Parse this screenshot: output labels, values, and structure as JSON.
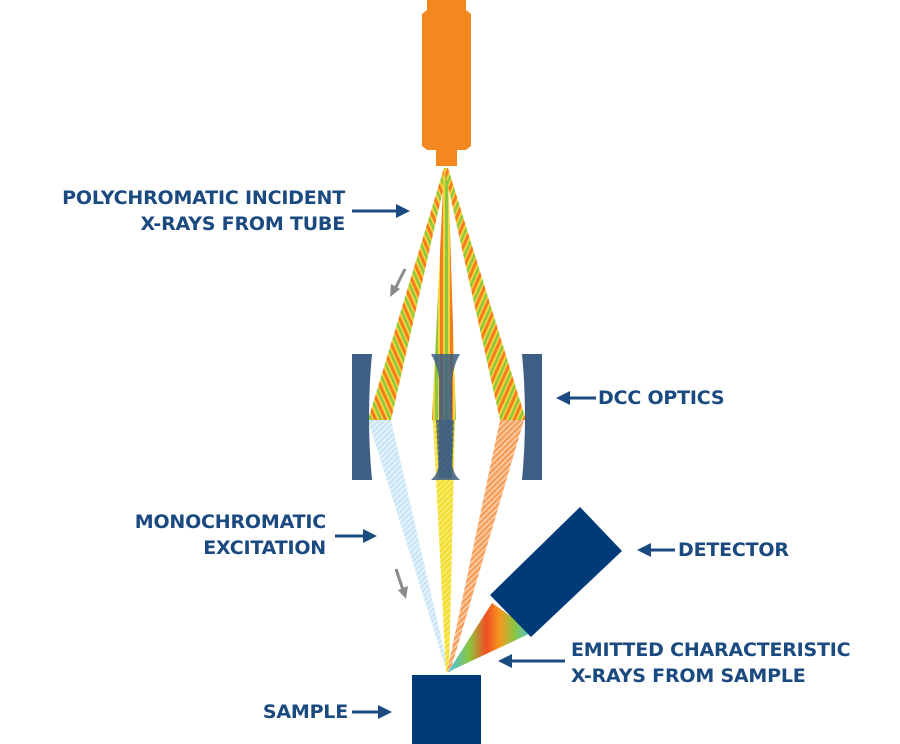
{
  "diagram": {
    "title": "XRF with DCC optics schematic",
    "colors": {
      "navy": "#003a78",
      "label_blue": "#1b4a80",
      "optic_slate": "#3d5f85",
      "tube_orange": "#f48820",
      "beam_orange": "#f47b20",
      "beam_green": "#8dc63f",
      "beam_yellow": "#f5e23a",
      "mono_light_blue": "#cfe9f8",
      "mono_yellow": "#f4e23c",
      "mono_orange": "#f7a463",
      "gray_arrow": "#8a8a8a"
    },
    "labels": {
      "polychromatic": {
        "line1": "POLYCHROMATIC INCIDENT",
        "line2": "X-RAYS FROM TUBE"
      },
      "dcc_optics": {
        "line1": "DCC OPTICS"
      },
      "monochromatic": {
        "line1": "MONOCHROMATIC",
        "line2": "EXCITATION"
      },
      "detector": {
        "line1": "DETECTOR"
      },
      "emitted": {
        "line1": "EMITTED CHARACTERISTIC",
        "line2": "X-RAYS FROM SAMPLE"
      },
      "sample": {
        "line1": "SAMPLE"
      }
    },
    "components": [
      {
        "name": "X-ray tube",
        "color": "orange"
      },
      {
        "name": "DCC optics",
        "count": 3
      },
      {
        "name": "Detector",
        "rotation_deg": -45
      },
      {
        "name": "Sample"
      }
    ]
  }
}
